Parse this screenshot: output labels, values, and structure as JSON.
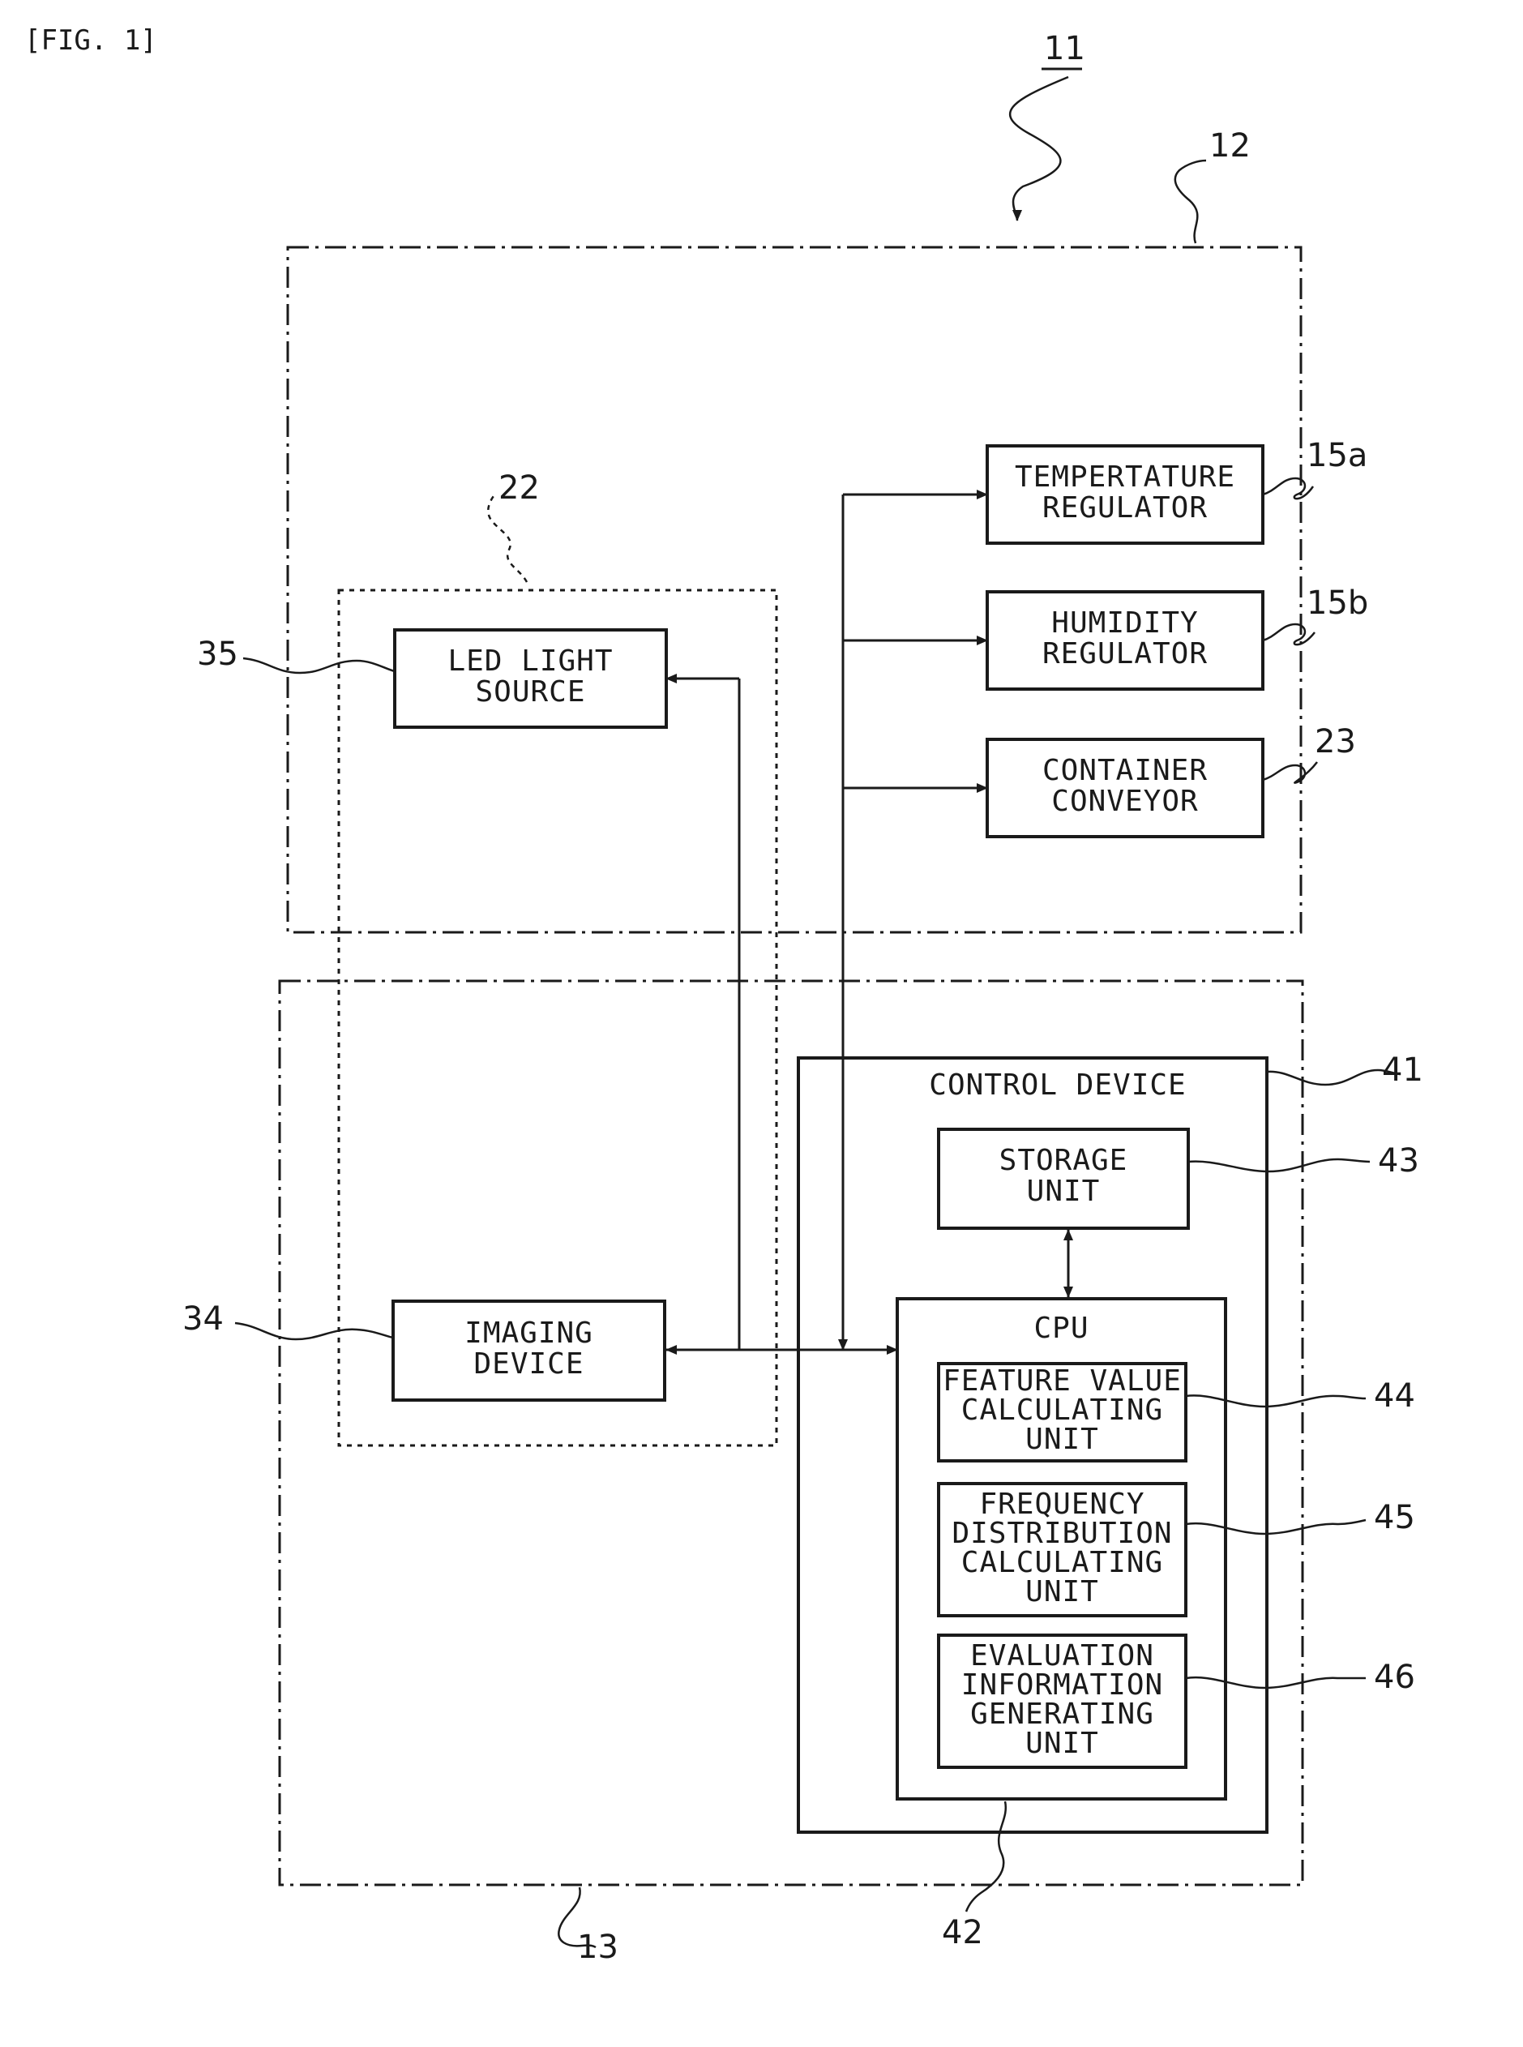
{
  "figure_label": "[FIG. 1]",
  "refs": {
    "r11": "11",
    "r12": "12",
    "r13": "13",
    "r15a": "15a",
    "r15b": "15b",
    "r22": "22",
    "r23": "23",
    "r34": "34",
    "r35": "35",
    "r41": "41",
    "r42": "42",
    "r43": "43",
    "r44": "44",
    "r45": "45",
    "r46": "46"
  },
  "blocks": {
    "temperature_regulator": {
      "line1": "TEMPERTATURE",
      "line2": "REGULATOR"
    },
    "humidity_regulator": {
      "line1": "HUMIDITY",
      "line2": "REGULATOR"
    },
    "container_conveyor": {
      "line1": "CONTAINER",
      "line2": "CONVEYOR"
    },
    "led_light_source": {
      "line1": "LED LIGHT",
      "line2": "SOURCE"
    },
    "imaging_device": {
      "line1": "IMAGING",
      "line2": "DEVICE"
    },
    "control_device": {
      "title": "CONTROL DEVICE"
    },
    "storage_unit": {
      "line1": "STORAGE",
      "line2": "UNIT"
    },
    "cpu": {
      "title": "CPU"
    },
    "feature_value_unit": {
      "line1": "FEATURE VALUE",
      "line2": "CALCULATING",
      "line3": "UNIT"
    },
    "frequency_distribution_unit": {
      "line1": "FREQUENCY",
      "line2": "DISTRIBUTION",
      "line3": "CALCULATING",
      "line4": "UNIT"
    },
    "evaluation_information_unit": {
      "line1": "EVALUATION",
      "line2": "INFORMATION",
      "line3": "GENERATING",
      "line4": "UNIT"
    }
  },
  "colors": {
    "ink": "#1a1a1a",
    "paper": "#ffffff"
  }
}
